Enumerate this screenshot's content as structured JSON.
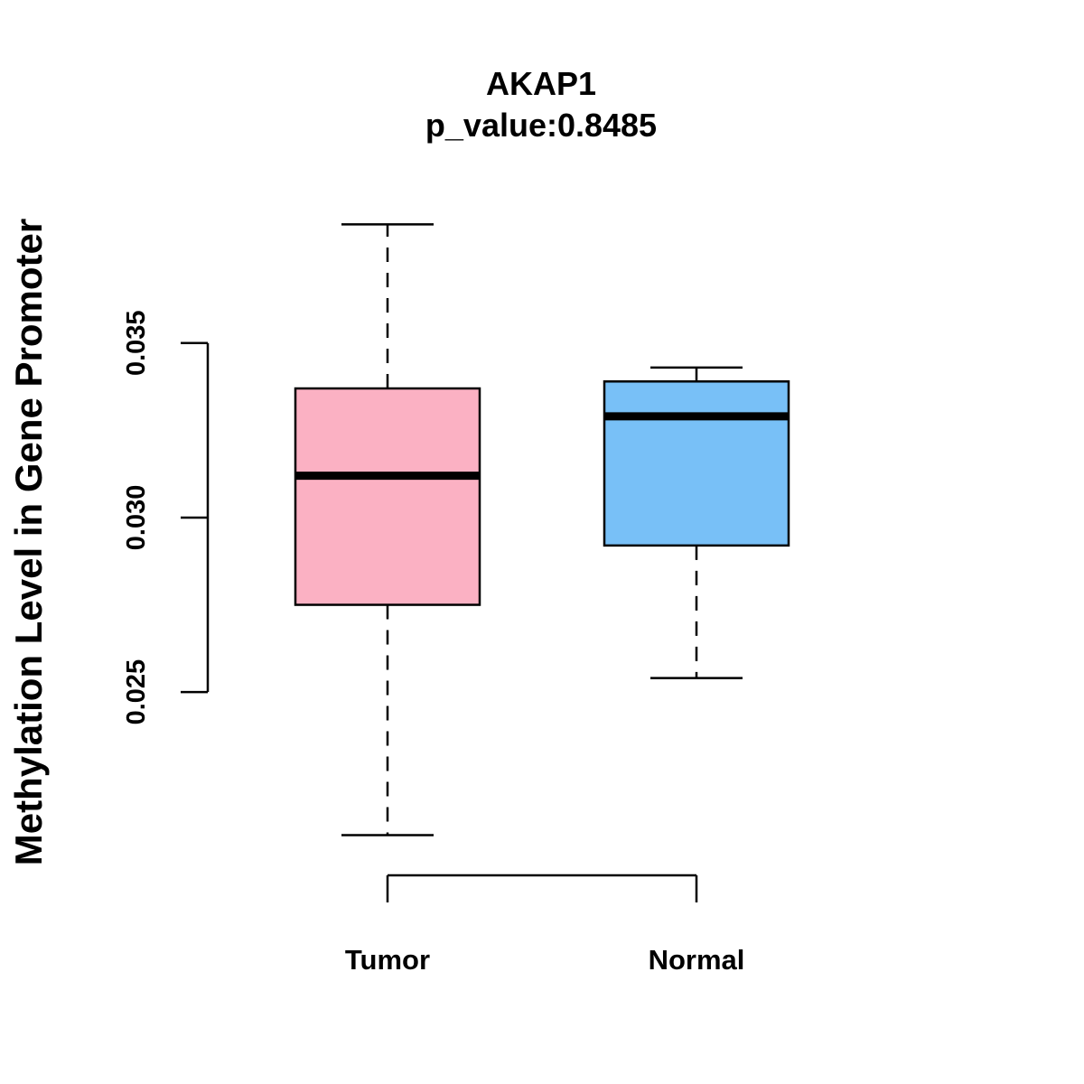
{
  "chart_data": {
    "type": "boxplot",
    "title": "AKAP1",
    "subtitle": "p_value:0.8485",
    "ylabel": "Methylation Level in Gene Promoter",
    "xlabel": "",
    "ylim": [
      0.0194,
      0.0392
    ],
    "yticks": [
      0.025,
      0.03,
      0.035
    ],
    "ytick_labels": [
      "0.025",
      "0.030",
      "0.035"
    ],
    "categories": [
      "Tumor",
      "Normal"
    ],
    "boxes": [
      {
        "name": "Tumor",
        "color": "#FBB1C3",
        "whisker_low": 0.0209,
        "q1": 0.0275,
        "median": 0.0312,
        "q3": 0.0337,
        "whisker_high": 0.0384
      },
      {
        "name": "Normal",
        "color": "#78C0F7",
        "whisker_low": 0.0254,
        "q1": 0.0292,
        "median": 0.0329,
        "q3": 0.0339,
        "whisker_high": 0.0343
      }
    ],
    "grid": false,
    "legend": "none"
  }
}
